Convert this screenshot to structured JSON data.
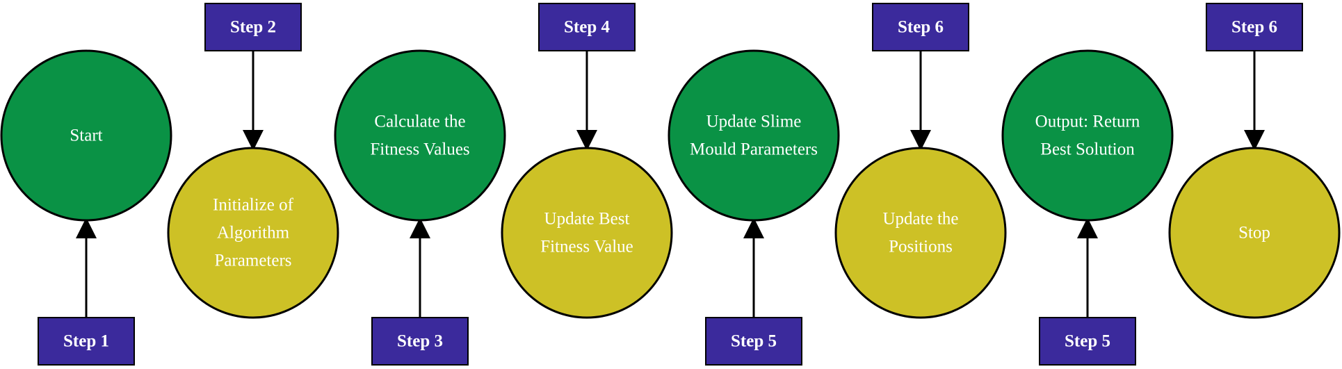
{
  "colors": {
    "green_node": "#0a9245",
    "yellow_node": "#cdc126",
    "step_box": "#3b2a9c",
    "stroke": "#000000",
    "text": "#ffffff"
  },
  "nodes": [
    {
      "id": "start",
      "color": "green",
      "lines": [
        "Start"
      ]
    },
    {
      "id": "initialize",
      "color": "yellow",
      "lines": [
        "Initialize of",
        "Algorithm",
        "Parameters"
      ]
    },
    {
      "id": "calculate-fitness",
      "color": "green",
      "lines": [
        "Calculate the",
        "Fitness Values"
      ]
    },
    {
      "id": "update-best-fitness",
      "color": "yellow",
      "lines": [
        "Update Best",
        "Fitness Value"
      ]
    },
    {
      "id": "update-slime-mould",
      "color": "green",
      "lines": [
        "Update Slime",
        "Mould Parameters"
      ]
    },
    {
      "id": "update-positions",
      "color": "yellow",
      "lines": [
        "Update the",
        "Positions"
      ]
    },
    {
      "id": "output",
      "color": "green",
      "lines": [
        "Output: Return",
        "Best Solution"
      ]
    },
    {
      "id": "stop",
      "color": "yellow",
      "lines": [
        "Stop"
      ]
    }
  ],
  "steps": [
    {
      "label": "Step 1",
      "target": "start",
      "side": "bottom"
    },
    {
      "label": "Step 2",
      "target": "initialize",
      "side": "top"
    },
    {
      "label": "Step 3",
      "target": "calculate-fitness",
      "side": "bottom"
    },
    {
      "label": "Step 4",
      "target": "update-best-fitness",
      "side": "top"
    },
    {
      "label": "Step 5",
      "target": "update-slime-mould",
      "side": "bottom"
    },
    {
      "label": "Step 6",
      "target": "update-positions",
      "side": "top"
    },
    {
      "label": "Step 5",
      "target": "output",
      "side": "bottom"
    },
    {
      "label": "Step 6",
      "target": "stop",
      "side": "top"
    }
  ]
}
